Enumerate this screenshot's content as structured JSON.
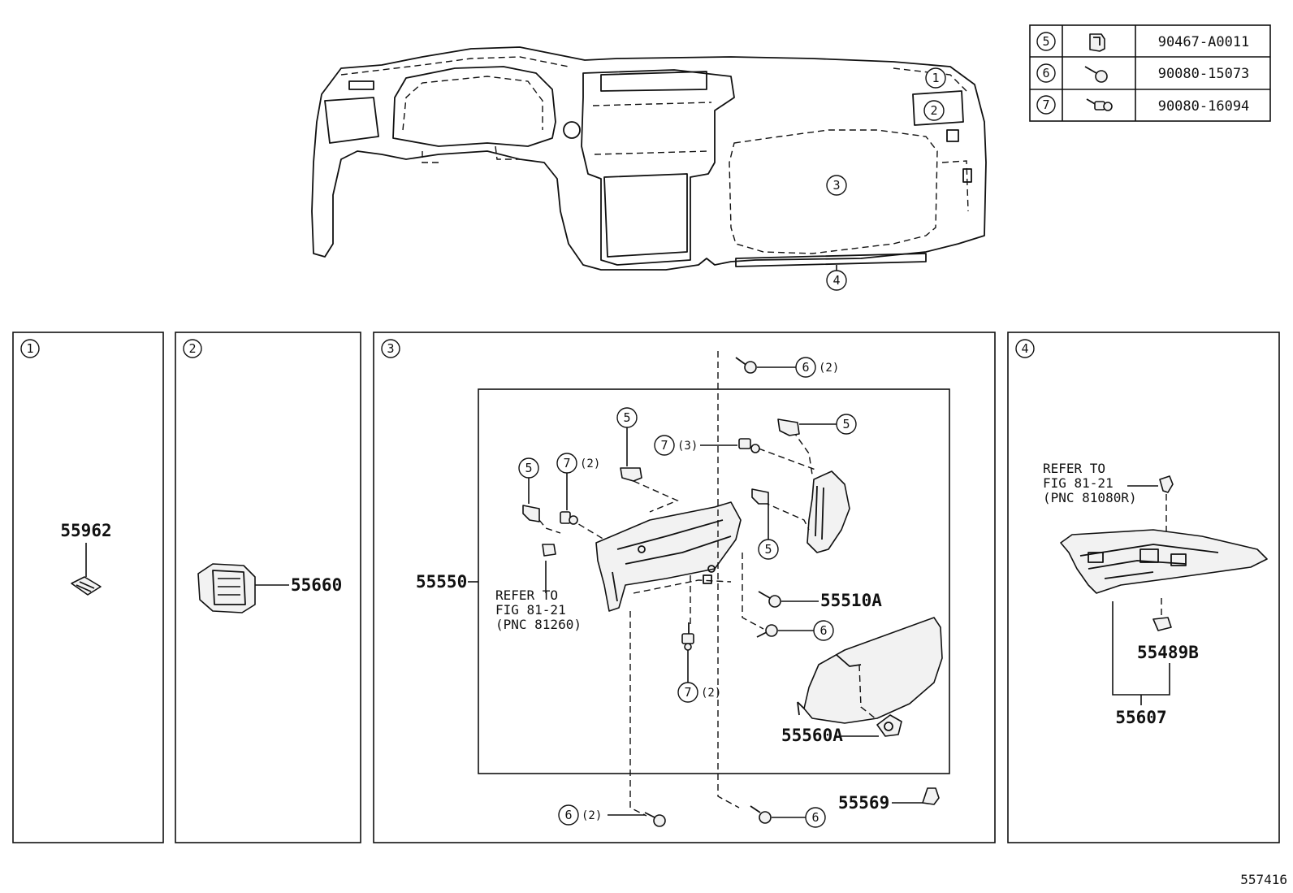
{
  "fastener_table": [
    {
      "ref": "5",
      "part_no": "90467-A0011",
      "icon": "clip-icon"
    },
    {
      "ref": "6",
      "part_no": "90080-15073",
      "icon": "screw-icon"
    },
    {
      "ref": "7",
      "part_no": "90080-16094",
      "icon": "bolt-icon"
    }
  ],
  "overview": {
    "callouts": [
      "1",
      "2",
      "3",
      "4"
    ]
  },
  "panel1": {
    "index": "1",
    "part": "55962"
  },
  "panel2": {
    "index": "2",
    "part": "55660"
  },
  "panel3": {
    "index": "3",
    "main_part": "55550",
    "refer_left": [
      "REFER TO",
      "FIG 81-21",
      "(PNC 81260)"
    ],
    "parts": {
      "p55510A": "55510A",
      "p55560A": "55560A",
      "p55569": "55569"
    },
    "callouts": {
      "top6": "6",
      "top6_qty": "(2)",
      "c5a": "5",
      "c5b": "5",
      "c5c": "5",
      "c5d": "5",
      "c7a": "7",
      "c7a_qty": "(2)",
      "c7b": "7",
      "c7b_qty": "(3)",
      "c7c": "7",
      "c7c_qty": "(2)",
      "c6mid": "6",
      "c6botL": "6",
      "c6botL_qty": "(2)",
      "c6botR": "6"
    }
  },
  "panel4": {
    "index": "4",
    "refer": [
      "REFER TO",
      "FIG 81-21",
      "(PNC 81080R)"
    ],
    "parts": {
      "p55489B": "55489B",
      "p55607": "55607"
    }
  },
  "footer": {
    "diagram_id": "557416"
  }
}
